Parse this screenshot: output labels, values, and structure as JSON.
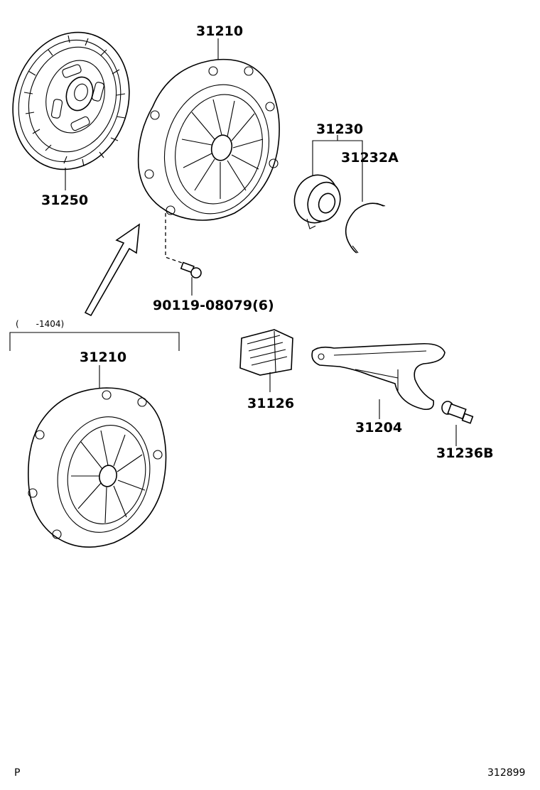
{
  "labels": {
    "clutch_disc": "31250",
    "clutch_cover_top": "31210",
    "bearing_assy": "31230",
    "bearing_clip": "31232A",
    "bolt": "90119-08079(6)",
    "date_range": "(　　-1404)",
    "clutch_cover_bottom": "31210",
    "boot": "31126",
    "fork": "31204",
    "pivot": "31236B"
  },
  "footer": {
    "left": "P",
    "right": "312899"
  }
}
